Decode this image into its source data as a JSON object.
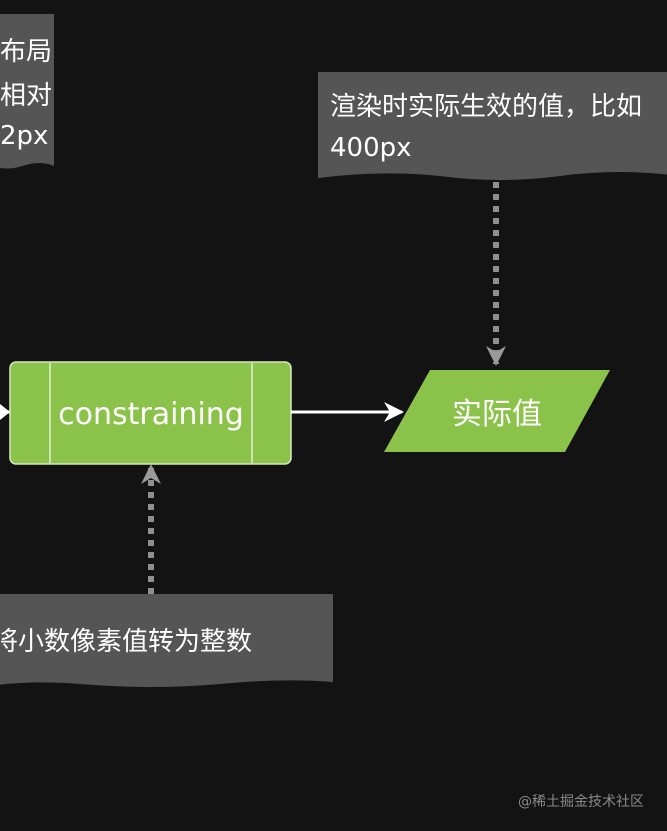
{
  "notes": {
    "top_left": {
      "line1": "布局",
      "line2": "相对",
      "line3": "2px"
    },
    "top_right": {
      "line1": "渲染时实际生效的值，比如",
      "line2": "400px"
    },
    "bottom": {
      "line1": "将小数像素值转为整数"
    }
  },
  "nodes": {
    "process": {
      "label": "constraining"
    },
    "output": {
      "label": "实际值"
    }
  },
  "watermark": {
    "text": "@稀土掘金技术社区"
  },
  "colors": {
    "background": "#131313",
    "note_fill": "#555555",
    "node_fill": "#8bc34a",
    "connector": "#ffffff",
    "dotted_connector": "#8f8f8f"
  }
}
